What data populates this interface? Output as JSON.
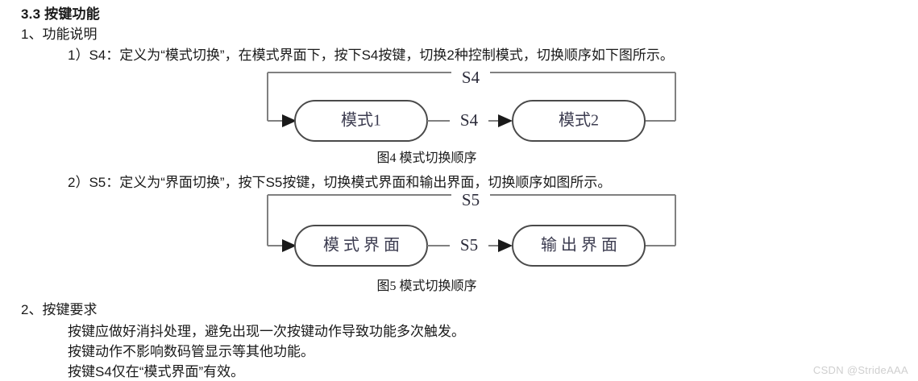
{
  "document": {
    "heading": "3.3 按键功能",
    "section_1_title": "1、功能说明",
    "item_1": "1）S4：定义为“模式切换”，在模式界面下，按下S4按键，切换2种控制模式，切换顺序如下图所示。",
    "item_2": "2）S5：定义为“界面切换”，按下S5按键，切换模式界面和输出界面，切换顺序如图所示。",
    "figure_4_caption": "图4 模式切换顺序",
    "figure_5_caption": "图5 模式切换顺序",
    "section_2_title": "2、按键要求",
    "requirements": [
      "按键应做好消抖处理，避免出现一次按键动作导致功能多次触发。",
      "按键动作不影响数码管显示等其他功能。",
      "按键S4仅在“模式界面”有效。"
    ]
  },
  "figure_4": {
    "type": "state-transition",
    "nodes": [
      {
        "id": "mode1",
        "label": "模式1"
      },
      {
        "id": "mode2",
        "label": "模式2"
      }
    ],
    "edges": [
      {
        "from": "mode1",
        "to": "mode2",
        "label": "S4",
        "path": "forward"
      },
      {
        "from": "mode2",
        "to": "mode1",
        "label": "S4",
        "path": "feedback-top"
      }
    ]
  },
  "figure_5": {
    "type": "state-transition",
    "nodes": [
      {
        "id": "mode-screen",
        "label": "模式界面"
      },
      {
        "id": "output-screen",
        "label": "输出界面"
      }
    ],
    "edges": [
      {
        "from": "mode-screen",
        "to": "output-screen",
        "label": "S5",
        "path": "forward"
      },
      {
        "from": "output-screen",
        "to": "mode-screen",
        "label": "S5",
        "path": "feedback-top"
      }
    ]
  },
  "watermark": {
    "text": "CSDN @StrideAAA"
  },
  "colors": {
    "text": "#1a1a1a",
    "node_stroke": "#4a4a4a",
    "edge_stroke": "#808080",
    "node_label": "#3c3c50",
    "watermark": "#cfcfcf"
  }
}
